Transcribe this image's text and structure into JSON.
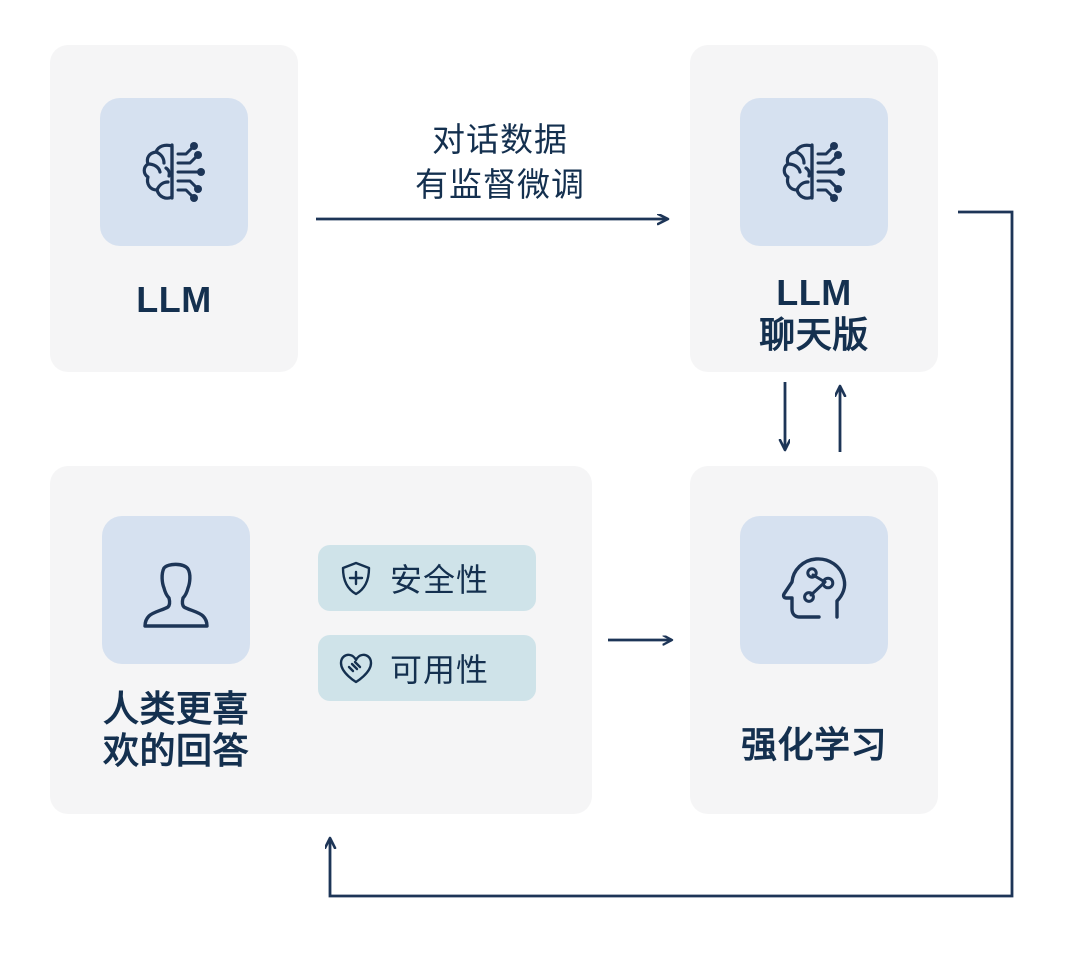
{
  "diagram": {
    "title": "LLM RLHF Training Pipeline",
    "background": "#ffffff",
    "colors": {
      "card_bg": "#f5f5f6",
      "icon_tile_bg": "#d6e1f0",
      "pill_bg": "#cfe3e9",
      "ink": "#14304f",
      "stroke": "#1d3557"
    }
  },
  "nodes": {
    "llm": {
      "label": "LLM",
      "icon": "brain-circuit-icon"
    },
    "llm_chat": {
      "label_line1": "LLM",
      "label_line2": "聊天版",
      "icon": "brain-circuit-icon"
    },
    "human": {
      "label_line1": "人类更喜",
      "label_line2": "欢的回答",
      "icon": "person-icon"
    },
    "reinforcement": {
      "label": "强化学习",
      "icon": "head-neural-icon"
    }
  },
  "pills": [
    {
      "label": "安全性",
      "icon": "shield-plus-icon"
    },
    {
      "label": "可用性",
      "icon": "heart-handshake-icon"
    }
  ],
  "connectors": {
    "sft": {
      "line1": "对话数据",
      "line2": "有监督微调",
      "arrow": "arrow-right-icon"
    },
    "down_arrow": "arrow-down-icon",
    "up_arrow": "arrow-up-icon",
    "human_to_rl": "arrow-right-icon",
    "feedback_loop": "feedback-loop-arrow-icon"
  }
}
